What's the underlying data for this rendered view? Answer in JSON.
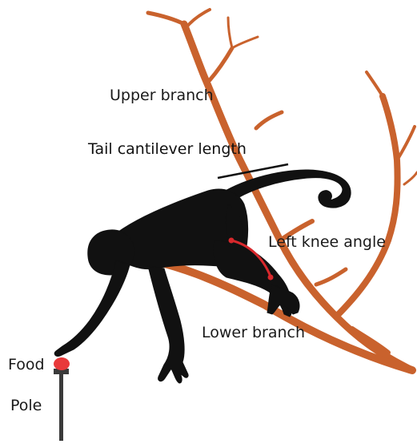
{
  "labels": {
    "upper_branch": "Upper branch",
    "tail_cantilever": "Tail cantilever length",
    "left_knee": "Left knee angle",
    "lower_branch": "Lower branch",
    "food": "Food",
    "pole": "Pole"
  },
  "colors": {
    "branch": "#c9622d",
    "monkey": "#111111",
    "knee_marker": "#d8282c",
    "food": "#e8393a",
    "pole": "#3a3a3a"
  }
}
